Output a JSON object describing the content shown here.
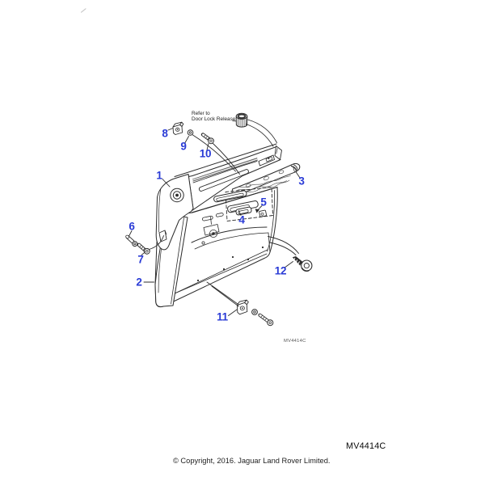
{
  "figure": {
    "note_line1": "Refer to",
    "note_line2": "Door Lock Release",
    "figure_code": "MV4414C",
    "callouts": {
      "c1": "1",
      "c2": "2",
      "c3": "3",
      "c4": "4",
      "c5": "5",
      "c6": "6",
      "c7": "7",
      "c8": "8",
      "c9": "9",
      "c10": "10",
      "c11": "11",
      "c12": "12"
    }
  },
  "footer": {
    "drawing_number": "MV4414C",
    "copyright": "© Copyright, 2016. Jaguar Land Rover Limited."
  },
  "colors": {
    "callout_blue": "#2a3bd6",
    "line_ink": "#2b2b2b"
  }
}
